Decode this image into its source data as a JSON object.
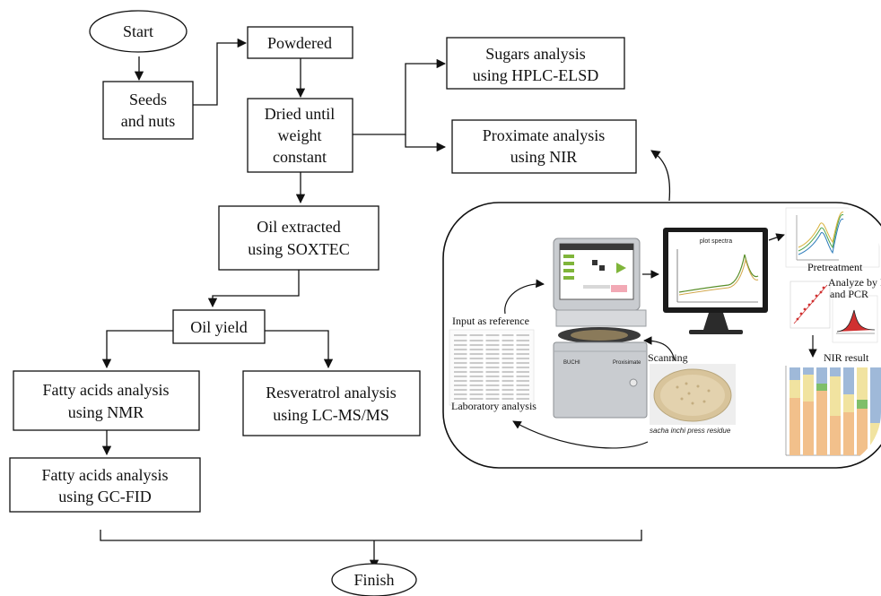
{
  "colors": {
    "stroke": "#111111",
    "monitor_body": "#1b1b1b",
    "device_body": "#c9ccd0",
    "screen_green": "#7fb53a",
    "rice": "#d8c49b",
    "bar_blue": "#9fb9d9",
    "bar_yellow": "#f1e3a0",
    "bar_orange": "#f2c08b",
    "bar_green": "#7fbf6a"
  },
  "nodes": {
    "start": "Start",
    "seeds_l1": "Seeds",
    "seeds_l2": "and nuts",
    "powdered": "Powdered",
    "dried_l1": "Dried until",
    "dried_l2": "weight",
    "dried_l3": "constant",
    "sugars_l1": "Sugars analysis",
    "sugars_l2": "using HPLC-ELSD",
    "proximate_l1": "Proximate analysis",
    "proximate_l2": "using NIR",
    "oil_extracted_l1": "Oil extracted",
    "oil_extracted_l2": "using SOXTEC",
    "oil_yield": "Oil yield",
    "fa_nmr_l1": "Fatty acids analysis",
    "fa_nmr_l2": "using NMR",
    "resveratrol_l1": "Resveratrol analysis",
    "resveratrol_l2": "using LC-MS/MS",
    "fa_gc_l1": "Fatty acids analysis",
    "fa_gc_l2": "using GC-FID",
    "finish": "Finish"
  },
  "nir_panel": {
    "input_reference": "Input as reference",
    "laboratory_analysis": "Laboratory analysis",
    "scanning": "Scanning",
    "sample_caption": "sacha inchi press residue",
    "plot_spectra": "plot spectra",
    "pretreatment": "Pretreatment",
    "analyze_l1": "Analyze by PLS",
    "analyze_l2": "and PCR",
    "nir_result": "NIR result",
    "device_brand": "Proxisimate",
    "device_logo": "BUCHI"
  }
}
